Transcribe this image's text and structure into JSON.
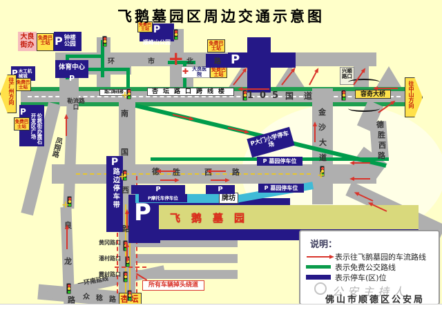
{
  "title": "飞鹅墓园区周边交通示意图",
  "common": {
    "freeBusStop": "免费巴士站",
    "p": "P"
  },
  "colors": {
    "background": "#FFFFC9",
    "navy": "#251887",
    "roadGray": "#AFAFAF",
    "busGreen": "#009C4B",
    "signYellow": "#FFE14A",
    "flowRed": "#D9342B",
    "cemeteryYellow": "#D9D97C",
    "cyan": "#3FBBD7",
    "pink": "#F6BCBC"
  },
  "places": {
    "daliangStreetOffice": "大良街办",
    "zhongLouPark": "钟楼公园",
    "sportsCenter": "体育中心",
    "woodMachineryCity": "木工机械城",
    "lunjiaoPlaza": "伦教街办霞石开发区广场",
    "shunfengshanPark": "顺峰山公园",
    "daliangHospital": "大良医院",
    "cemetery": "飞鹅墓园",
    "paifang": "牌坊",
    "xingtan": "杏坛"
  },
  "parking": {
    "roadsideBelt": "路边停车带",
    "motorcycle": "P摩托车停车位",
    "cemeterySpots": "P 墓园停车位",
    "damenSchool": "P大门小学停车场"
  },
  "roads": {
    "g105": [
      "1",
      "0",
      "5",
      "国",
      "道"
    ],
    "huanshi": [
      "环",
      "市",
      "北",
      "路"
    ],
    "jinsha": [
      "金",
      "沙",
      "大",
      "道"
    ],
    "deshengV": [
      "德",
      "胜",
      "西",
      "路"
    ],
    "deshengH": [
      "德",
      "胜",
      "西",
      "路"
    ],
    "nanguo": [
      "南",
      "国",
      "西",
      "路"
    ],
    "fengxiang": "凤翔路",
    "lianglong": [
      "良",
      "龙",
      "路"
    ],
    "zhongren": [
      "众",
      "稔",
      "路"
    ],
    "yihuan": "一环南延线"
  },
  "signs": {
    "toGuangzhou": "往广州方向",
    "toZhongshan": "往中山方向",
    "rongqiBridge": "容奇大桥",
    "xingshunCrossing": "兴顺路口",
    "leliuCrossing": "勒流路口",
    "huanggangCrossing": "黄冈路口",
    "pancunCrossing": "潘村路口",
    "xiacunCrossing": "霞村路口",
    "xingtanOverpass": "杏坛路口跨线楼",
    "overpassSmall": "路口跨线楼",
    "uturnNotice": "所有车辆掉头绕道"
  },
  "legend": {
    "heading": "说明：",
    "item1": "表示往飞鹅墓园的车流路线",
    "item2": "表示免费公交路线",
    "item3": "表示停车(区)位",
    "watermark": "公安主持人",
    "footer": "佛山市顺德区公安局"
  }
}
